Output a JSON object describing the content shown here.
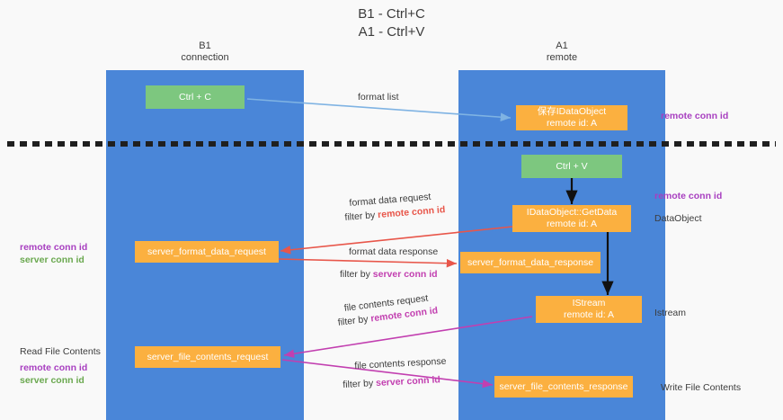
{
  "diagram": {
    "title_line1": "B1 - Ctrl+C",
    "title_line2": "A1 - Ctrl+V",
    "columns": [
      {
        "name": "B1",
        "sub": "connection"
      },
      {
        "name": "A1",
        "sub": "remote"
      }
    ],
    "colors": {
      "lane": "#4a86d8",
      "green_box": "#7dc77f",
      "orange_box": "#fbb040",
      "purple_label": "#a83fc0",
      "green_label": "#6aa84f",
      "magenta_arrow": "#c23fb0",
      "red_arrow": "#e8564a",
      "blue_arrow": "#7fb3e3",
      "divider": "#1f1f1f",
      "background": "#f9f9f9"
    },
    "boxes": {
      "ctrl_c": "Ctrl + C",
      "ctrl_v": "Ctrl + V",
      "save_idataobject_l1": "保存IDataObject",
      "save_idataobject_l2": "remote id: A",
      "getdata_l1": "IDataObject::GetData",
      "getdata_l2": "remote id: A",
      "istream_l1": "IStream",
      "istream_l2": "remote id: A",
      "server_format_data_request": "server_format_data_request",
      "server_format_data_response": "server_format_data_response",
      "server_file_contents_request": "server_file_contents_request",
      "server_file_contents_response": "server_file_contents_response"
    },
    "arrow_labels": {
      "format_list": "format list",
      "format_data_request": "format data request",
      "format_data_request_filter_prefix": "filter by ",
      "format_data_request_filter_key": "remote conn id",
      "format_data_response": "format data response",
      "format_data_response_filter_prefix": "filter by ",
      "format_data_response_filter_key": "server conn id",
      "file_contents_request": "file contents request",
      "file_contents_request_filter_prefix": "filter by ",
      "file_contents_request_filter_key": "remote conn id",
      "file_contents_response": "file contents response",
      "file_contents_response_filter_prefix": "filter by ",
      "file_contents_response_filter_key": "server conn id"
    },
    "right_labels": {
      "remote_conn_id_top": "remote conn id",
      "remote_conn_id_mid": "remote conn id",
      "dataobject": "DataObject",
      "istream": "Istream",
      "write_file_contents": "Write File Contents"
    },
    "left_labels": {
      "remote_conn_id": "remote conn id",
      "server_conn_id": "server conn id",
      "read_file_contents": "Read File Contents",
      "remote_conn_id_2": "remote conn id",
      "server_conn_id_2": "server conn id"
    }
  }
}
